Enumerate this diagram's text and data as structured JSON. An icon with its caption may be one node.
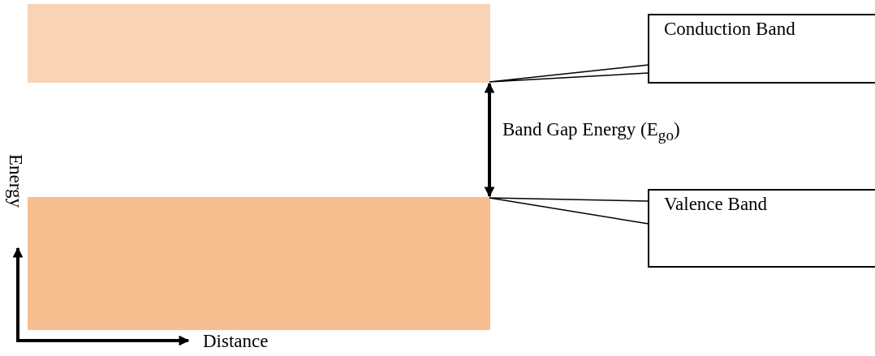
{
  "diagram": {
    "nodes": [
      {
        "text": [],
        "shape": "box"
      },
      {
        "text": [],
        "shape": "box"
      },
      {
        "text": [
          "Conduction Band"
        ]
      },
      {
        "text": [
          "Valence Band"
        ]
      }
    ],
    "edges": [
      {
        "from": 0,
        "to": 1,
        "arrow": "both",
        "label": "Band Gap Energy (E$_{go}$)",
        "style": "thick"
      },
      {
        "from": 2,
        "to": 0,
        "arrow": "none"
      },
      {
        "from": 3,
        "to": 1,
        "arrow": "none"
      }
    ],
    "labels": [
      "Energy",
      "Distance"
    ]
  }
}
